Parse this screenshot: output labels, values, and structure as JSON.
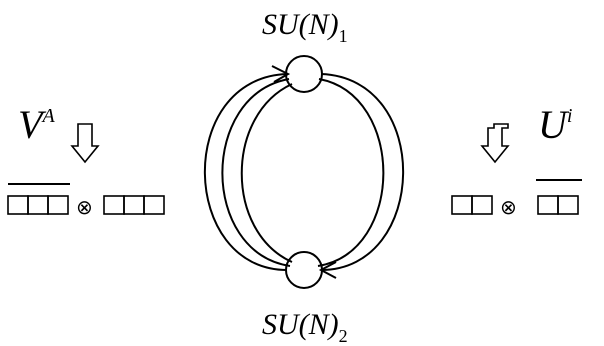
{
  "nodes": {
    "top": {
      "name": "SU(N)",
      "subscript": "1"
    },
    "bottom": {
      "name": "SU(N)",
      "subscript": "2"
    }
  },
  "fields": {
    "left": {
      "symbol": "V",
      "superscript": "A"
    },
    "right": {
      "symbol": "U",
      "superscript": "i"
    }
  },
  "tensor_symbol": "⊗",
  "icons": {
    "arrow": "hollow-down-arrow-icon",
    "node": "circle-node-icon"
  },
  "colors": {
    "ink": "#000000",
    "background": "#ffffff"
  }
}
